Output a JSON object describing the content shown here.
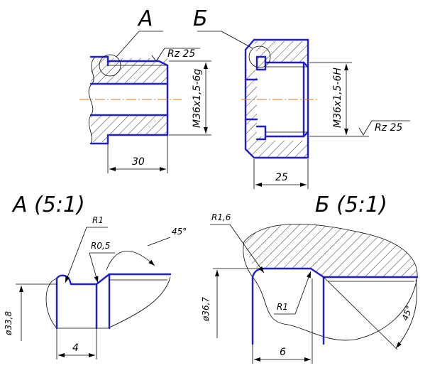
{
  "colors": {
    "object_line": "#1f1fd1",
    "center_line": "#d87420",
    "dimension_line": "#000000",
    "background": "#ffffff"
  },
  "views": {
    "shaft": {
      "detail_ref": "А",
      "thread": "M36x1,5-6g",
      "roughness": "Rz 25",
      "length": "30"
    },
    "nut": {
      "detail_ref": "Б",
      "thread": "M36x1,5-6H",
      "roughness": "Rz 25",
      "length": "25"
    },
    "detail_a": {
      "title": "А (5:1)",
      "radius_1": "R1",
      "radius_2": "R0,5",
      "angle": "45°",
      "diameter": "ø33,8",
      "width": "4"
    },
    "detail_b": {
      "title": "Б (5:1)",
      "radius_1": "R1,6",
      "radius_2": "R1",
      "angle": "45°",
      "diameter": "ø36,7",
      "width": "6"
    }
  }
}
